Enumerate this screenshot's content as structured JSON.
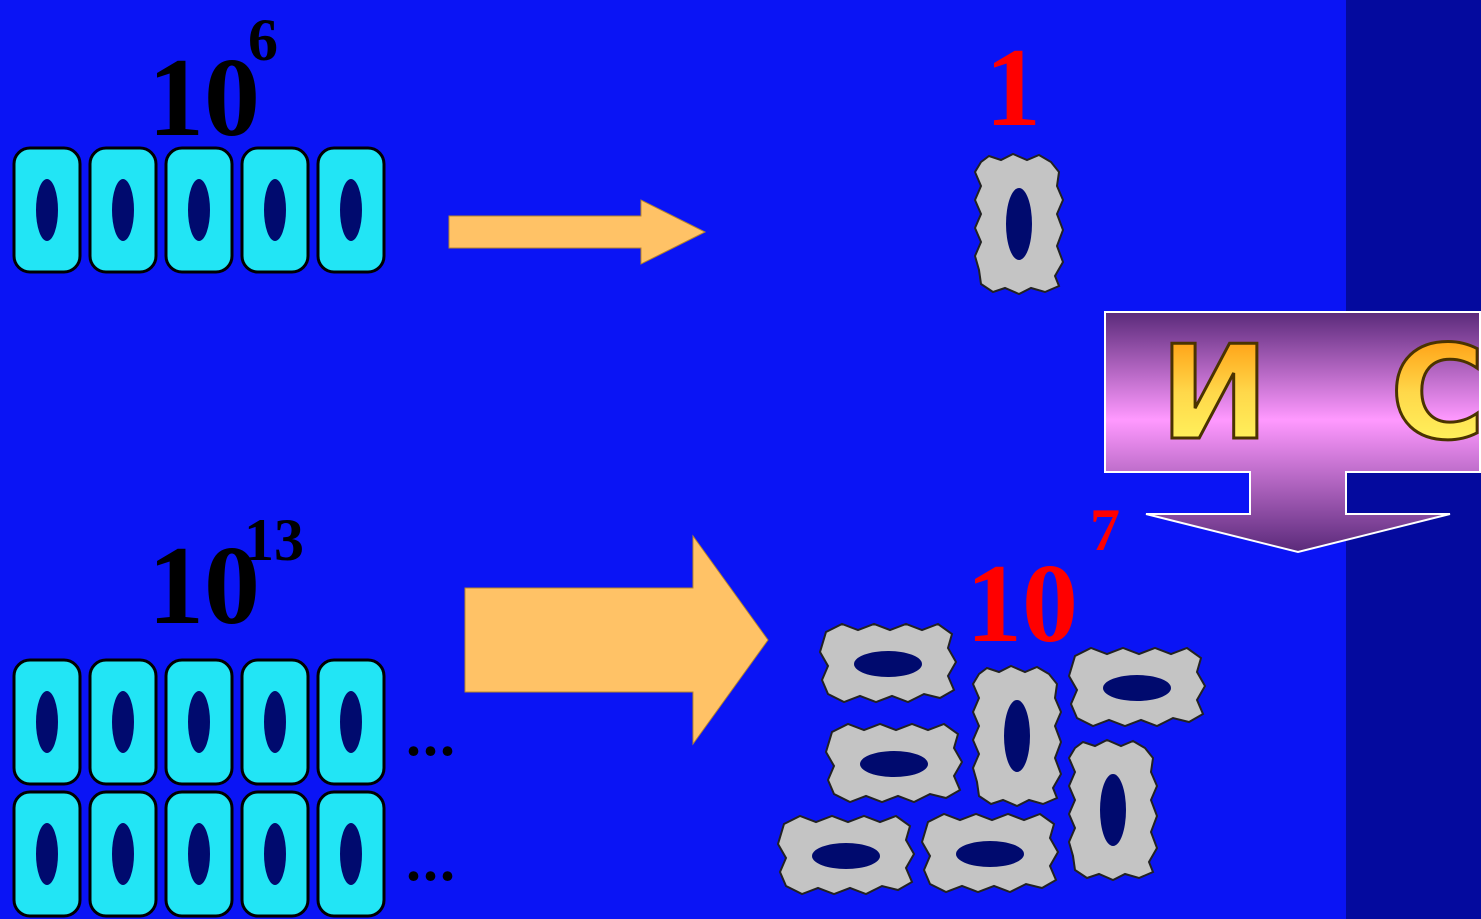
{
  "top": {
    "normal_count": {
      "base": "10",
      "exponent": "6"
    },
    "tumor_count": "1"
  },
  "bottom": {
    "normal_count": {
      "base": "10",
      "exponent": "13"
    },
    "tumor_count": {
      "base": "10",
      "exponent": "7"
    },
    "ellipsis": "..."
  },
  "immune_system": {
    "label": "И С"
  },
  "colors": {
    "background": "#0a14f5",
    "side_strip": "#040a9e",
    "normal_cell": "#22e5f5",
    "nucleus": "#000a6e",
    "tumor_cell": "#c4c4c4",
    "arrow": "#ffc266",
    "highlight_text": "#ff0000"
  }
}
